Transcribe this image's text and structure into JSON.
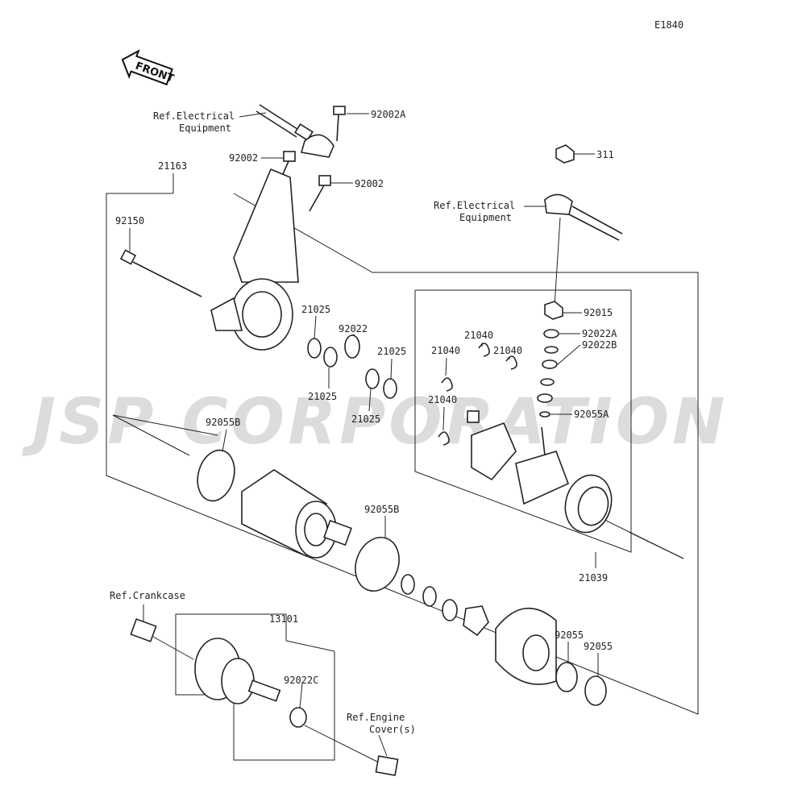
{
  "diagram_code": "E1840",
  "watermark": "JSP CORPORATION",
  "front_arrow": "FRONT",
  "labels": {
    "ref_elec_1": "Ref.Electrical",
    "ref_elec_1b": "Equipment",
    "p92002A": "92002A",
    "p92002_a": "92002",
    "p92002_b": "92002",
    "p21163": "21163",
    "p92150": "92150",
    "p21025_a": "21025",
    "p92022": "92022",
    "p21025_b": "21025",
    "p21025_c": "21025",
    "p21025_d": "21025",
    "p92055B_a": "92055B",
    "p92055B_b": "92055B",
    "p311": "311",
    "ref_elec_2": "Ref.Electrical",
    "ref_elec_2b": "Equipment",
    "p92015": "92015",
    "p92022A": "92022A",
    "p92022B": "92022B",
    "p92055A": "92055A",
    "p21040_a": "21040",
    "p21040_b": "21040",
    "p21040_c": "21040",
    "p21040_d": "21040",
    "p21039": "21039",
    "ref_crankcase": "Ref.Crankcase",
    "p13101": "13101",
    "p92022C": "92022C",
    "ref_engine": "Ref.Engine",
    "ref_engine_b": "Cover(s)",
    "p92055_a": "92055",
    "p92055_b": "92055"
  }
}
